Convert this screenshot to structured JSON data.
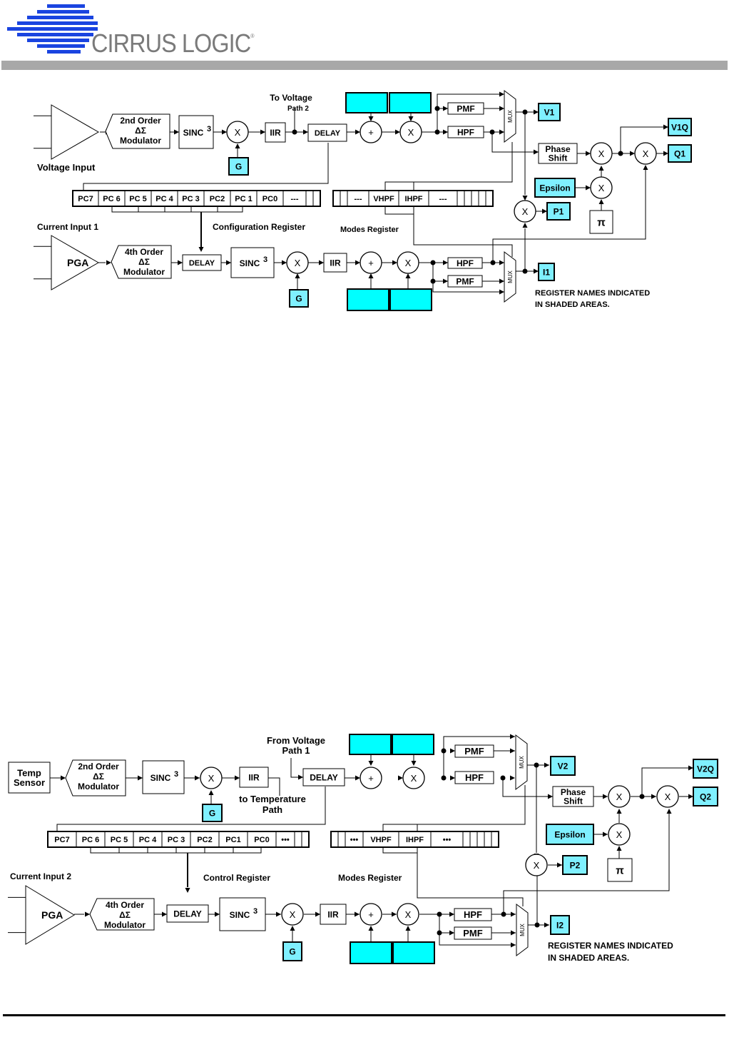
{
  "header": {
    "brand": "CIRRUS LOGIC",
    "registered_mark": "®",
    "logo_stripe_color": "#1a44e0",
    "bar_color": "#a8a8a8"
  },
  "colors": {
    "register_fill": "#00ffff",
    "register_fill_light": "#7ff0ff",
    "line": "#000000"
  },
  "diagram1": {
    "voltage_input_label": "Voltage Input",
    "modulator_v": [
      "2nd Order",
      "ΔΣ",
      "Modulator"
    ],
    "sinc": "SINC",
    "sinc_exp": "3",
    "mult": "X",
    "gain_reg": "G",
    "iir": "IIR",
    "to_voltage_path": [
      "To Voltage",
      "Path 2"
    ],
    "delay": "DELAY",
    "adder": "+",
    "pmf": "PMF",
    "hpf": "HPF",
    "mux": "MUX",
    "v_out": "V1",
    "vq_out": "V1Q",
    "q_out": "Q1",
    "p_out": "P1",
    "phase_shift": [
      "Phase",
      "Shift"
    ],
    "epsilon": "Epsilon",
    "pi": "π",
    "config_bits": [
      "PC7",
      "PC 6",
      "PC 5",
      "PC 4",
      "PC 3",
      "PC2",
      "PC 1",
      "PC0",
      "---"
    ],
    "config_label": "Configuration Register",
    "modes_bits": [
      "---",
      "VHPF",
      "IHPF",
      "---"
    ],
    "modes_label": "Modes Register",
    "current_input_label": "Current Input 1",
    "pga": "PGA",
    "modulator_i": [
      "4th Order",
      "ΔΣ",
      "Modulator"
    ],
    "i_out": "I1",
    "note": [
      "REGISTER NAMES INDICATED",
      "IN SHADED AREAS."
    ]
  },
  "diagram2": {
    "temp_sensor": [
      "Temp",
      "Sensor"
    ],
    "modulator_t": [
      "2nd Order",
      "ΔΣ",
      "Modulator"
    ],
    "sinc": "SINC",
    "sinc_exp": "3",
    "mult": "X",
    "gain_reg": "G",
    "iir": "IIR",
    "to_temp_path": [
      "to Temperature",
      "Path"
    ],
    "from_voltage_path": [
      "From Voltage",
      "Path 1"
    ],
    "delay": "DELAY",
    "adder": "+",
    "pmf": "PMF",
    "hpf": "HPF",
    "mux": "MUX",
    "v_out": "V2",
    "vq_out": "V2Q",
    "q_out": "Q2",
    "p_out": "P2",
    "phase_shift": [
      "Phase",
      "Shift"
    ],
    "epsilon": "Epsilon",
    "pi": "π",
    "control_bits": [
      "PC7",
      "PC 6",
      "PC 5",
      "PC 4",
      "PC 3",
      "PC2",
      "PC1",
      "PC0",
      "•••"
    ],
    "control_label": "Control Register",
    "modes_bits": [
      "•••",
      "VHPF",
      "IHPF",
      "•••"
    ],
    "modes_label": "Modes Register",
    "current_input_label": "Current Input 2",
    "pga": "PGA",
    "modulator_i": [
      "4th Order",
      "ΔΣ",
      "Modulator"
    ],
    "i_out": "I2",
    "note": [
      "REGISTER NAMES INDICATED",
      "IN SHADED AREAS."
    ]
  }
}
